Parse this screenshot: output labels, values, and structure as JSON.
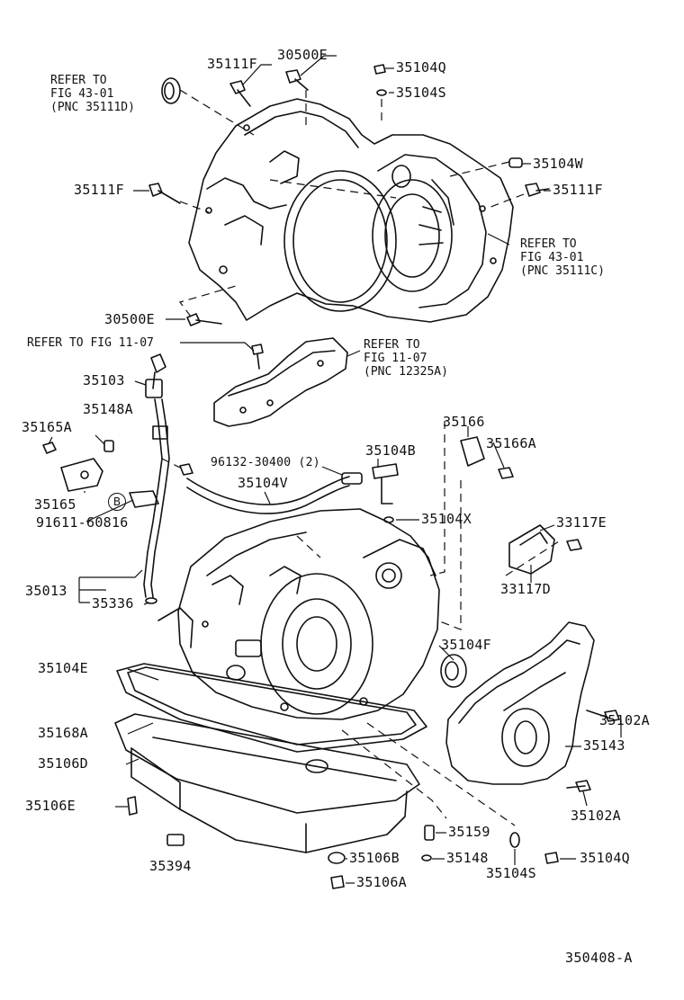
{
  "diagram_id": "350408-A",
  "refs": {
    "fig43_top": [
      "REFER TO",
      "FIG 43-01",
      "(PNC 35111D)"
    ],
    "fig43_right": [
      "REFER TO",
      "FIG 43-01",
      "(PNC 35111C)"
    ],
    "fig11_line": "REFER TO FIG 11-07",
    "fig11_block": [
      "REFER TO",
      "FIG 11-07",
      "(PNC 12325A)"
    ]
  },
  "circled_marker": "B",
  "parts": {
    "p35111F_top": "35111F",
    "p30500E_top": "30500E",
    "p35104Q_top": "35104Q",
    "p35104S_top": "35104S",
    "p35104W": "35104W",
    "p35111F_left": "35111F",
    "p35111F_right": "35111F",
    "p30500E_left": "30500E",
    "p35103": "35103",
    "p35148A": "35148A",
    "p35165A": "35165A",
    "p35165": "35165",
    "p91611": "91611-60816",
    "p96132": "96132-30400 (2)",
    "p35104B": "35104B",
    "p35104V": "35104V",
    "p35104X": "35104X",
    "p35166": "35166",
    "p35166A": "35166A",
    "p33117E": "33117E",
    "p33117D": "33117D",
    "p35013": "35013",
    "p35336": "35336",
    "p35104F": "35104F",
    "p35104E": "35104E",
    "p35168A": "35168A",
    "p35106D": "35106D",
    "p35106E": "35106E",
    "p35394": "35394",
    "p35102A_top": "35102A",
    "p35143": "35143",
    "p35102A_bot": "35102A",
    "p35159": "35159",
    "p35106B": "35106B",
    "p35148": "35148",
    "p35106A": "35106A",
    "p35104S_bot": "35104S",
    "p35104Q_bot": "35104Q"
  }
}
